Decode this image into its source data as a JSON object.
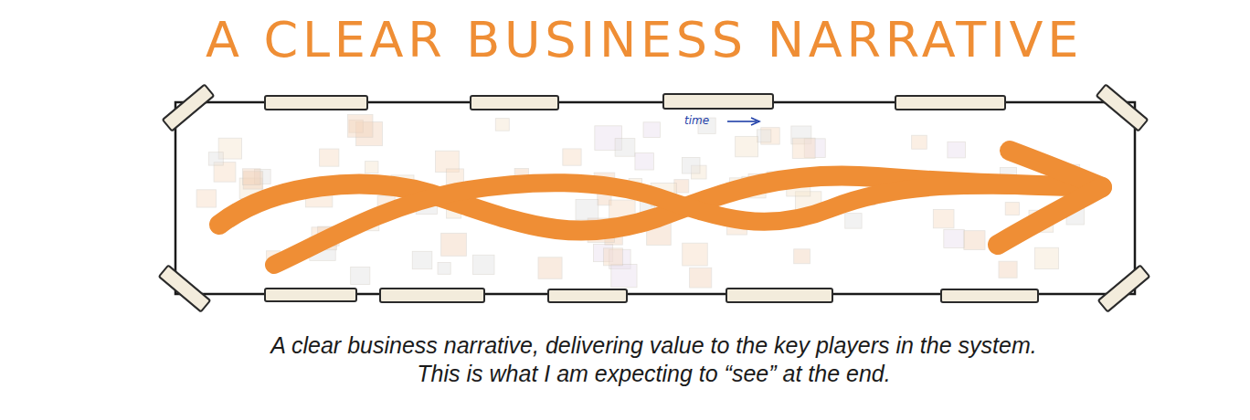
{
  "diagram": {
    "title": "A CLEAR BUSINESS NARRATIVE",
    "caption": "A clear business narrative, delivering value to the key players in the system. This is what I am expecting to “see” at the end.",
    "labels": [
      "time"
    ]
  }
}
